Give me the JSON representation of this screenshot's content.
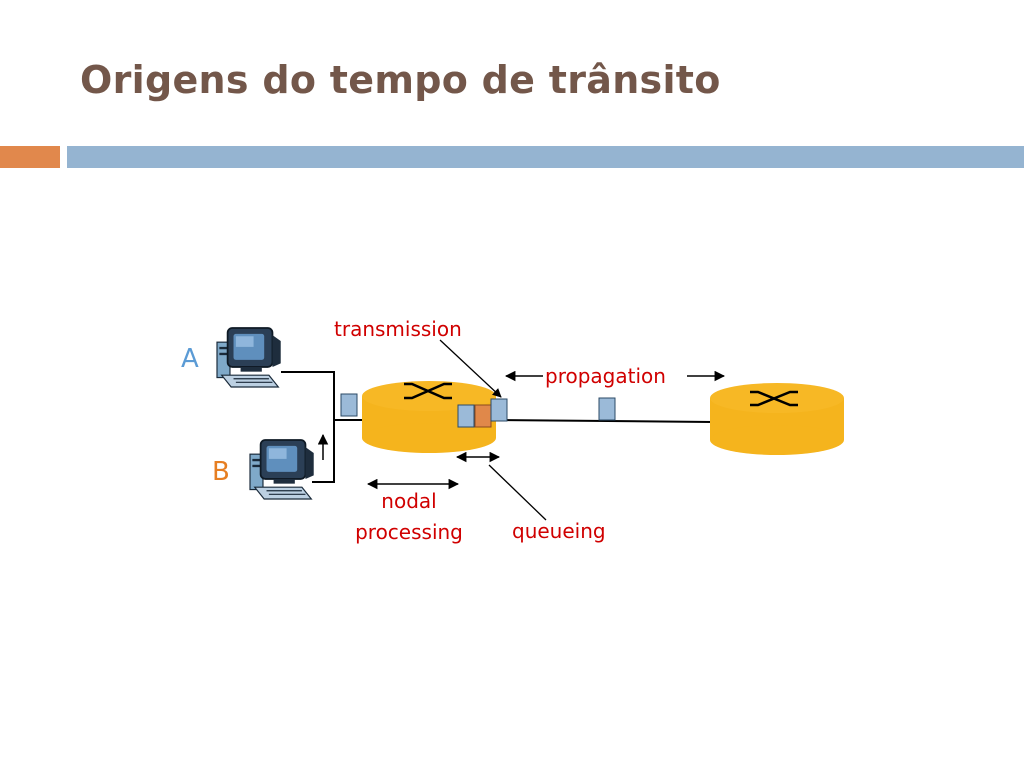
{
  "slide": {
    "title": "Origens do tempo de trânsito"
  },
  "diagram": {
    "host_a_label": "A",
    "host_b_label": "B",
    "labels": {
      "transmission": "transmission",
      "propagation": "propagation",
      "nodal_line1": "nodal",
      "nodal_line2": "processing",
      "queueing": "queueing"
    }
  },
  "colors": {
    "title": "#73574a",
    "accent_orange": "#e1884c",
    "accent_blue": "#95b4d1",
    "router_fill": "#f5b41d",
    "packet_blue": "#9bbad8",
    "packet_orange": "#e0884a",
    "label_red": "#d00000",
    "host_a_label": "#5b9bd5",
    "host_b_label": "#e67e22"
  }
}
